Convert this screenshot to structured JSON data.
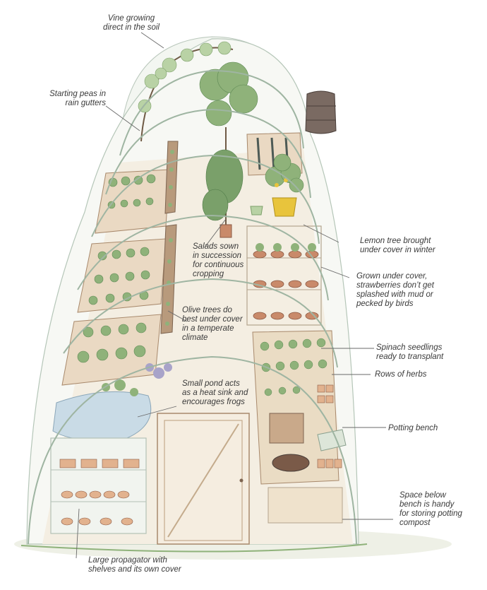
{
  "labels": {
    "vine": "Vine growing\ndirect in the soil",
    "peas": "Starting peas in\nrain gutters",
    "salads": "Salads sown\nin succession\nfor continuous\ncropping",
    "olive": "Olive trees do\nbest under cover\nin a temperate\nclimate",
    "pond": "Small pond acts\nas a heat sink and\nencourages frogs",
    "propagator": "Large propagator with\nshelves and its own cover",
    "lemon": "Lemon tree brought\nunder cover in winter",
    "strawberries": "Grown under cover,\nstrawberries don’t get\nsplashed with mud or\npecked by birds",
    "spinach": "Spinach seedlings\nready to transplant",
    "herbs": "Rows of herbs",
    "bench": "Potting bench",
    "compost": "Space below\nbench is handy\nfor storing potting\ncompost"
  },
  "colors": {
    "leader": "#6a6a6a",
    "frame": "#9fb5a2",
    "soil": "#c9a98a",
    "bed_edge": "#a8896c",
    "foliage": "#8fb27a",
    "foliage_dark": "#5f8a55",
    "wood": "#d6c3a3",
    "water": "#c9dbe6",
    "pot": "#c98a6a",
    "lemon": "#e8c43c",
    "barrel": "#7a6a62"
  }
}
